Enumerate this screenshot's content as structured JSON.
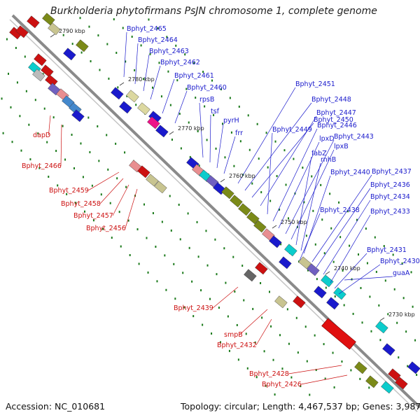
{
  "title": "Burkholderia phytofirmans PsJN chromosome 1, complete genome",
  "footer": {
    "accession": "Accession: NC_010681",
    "topology": "Topology: circular; Length: 4,467,537 bp; Genes: 3,987"
  },
  "colors": {
    "backbone": "#8a8a8a",
    "forward_label": "#1a1acc",
    "reverse_label": "#cc1111",
    "tick": "#1b7a1b"
  },
  "ticks": [
    {
      "label": "2790 kbp"
    },
    {
      "label": "2780 kbp"
    },
    {
      "label": "2770 kbp"
    },
    {
      "label": "2760 kbp"
    },
    {
      "label": "2750 kbp"
    },
    {
      "label": "2740 kbp"
    },
    {
      "label": "2730 kbp"
    }
  ],
  "forward_labels": [
    "Bphyt_2465",
    "Bphyt_2464",
    "Bphyt_2463",
    "Bphyt_2462",
    "Bphyt_2461",
    "Bphyt_2460",
    "rpsB",
    "tsf",
    "pyrH",
    "frr",
    "Bphyt_2451",
    "Bphyt_2448",
    "Bphyt_2450",
    "Bphyt_2447",
    "Bphyt_2449",
    "Bphyt_2446",
    "lpxD",
    "Bphyt_2443",
    "lpxB",
    "fabZ",
    "rnhB",
    "Bphyt_2440",
    "Bphyt_2437",
    "Bphyt_2436",
    "Bphyt_2434",
    "Bphyt_2438",
    "Bphyt_2433",
    "Bphyt_2431",
    "Bphyt_2430",
    "guaA"
  ],
  "reverse_labels": [
    "dapD",
    "Bphyt_2466",
    "Bphyt_2459",
    "Bphyt_2458",
    "Bphyt_2457",
    "Bphyt_2456",
    "Bphyt_2439",
    "smpB",
    "Bphyt_2432",
    "Bphyt_2428",
    "Bphyt_2426"
  ]
}
